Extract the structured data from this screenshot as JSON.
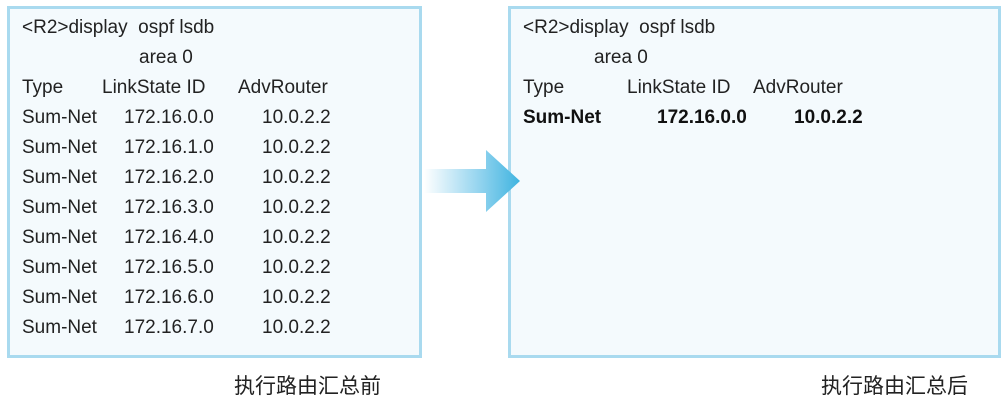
{
  "before": {
    "command": "<R2>display  ospf lsdb",
    "area": "area 0",
    "headers": [
      "Type",
      "LinkState ID",
      "AdvRouter"
    ],
    "rows": [
      [
        "Sum-Net",
        "172.16.0.0",
        "10.0.2.2"
      ],
      [
        "Sum-Net",
        "172.16.1.0",
        "10.0.2.2"
      ],
      [
        "Sum-Net",
        "172.16.2.0",
        "10.0.2.2"
      ],
      [
        "Sum-Net",
        "172.16.3.0",
        "10.0.2.2"
      ],
      [
        "Sum-Net",
        "172.16.4.0",
        "10.0.2.2"
      ],
      [
        "Sum-Net",
        "172.16.5.0",
        "10.0.2.2"
      ],
      [
        "Sum-Net",
        "172.16.6.0",
        "10.0.2.2"
      ],
      [
        "Sum-Net",
        "172.16.7.0",
        "10.0.2.2"
      ]
    ],
    "caption": "执行路由汇总前"
  },
  "after": {
    "command": "<R2>display  ospf lsdb",
    "area": "area 0",
    "headers": [
      "Type",
      "LinkState ID",
      "AdvRouter"
    ],
    "rows": [
      [
        "Sum-Net",
        "172.16.0.0",
        "10.0.2.2"
      ]
    ],
    "caption": "执行路由汇总后"
  },
  "colors": {
    "border": "#a9daef",
    "arrow": "#3fb4e0"
  }
}
